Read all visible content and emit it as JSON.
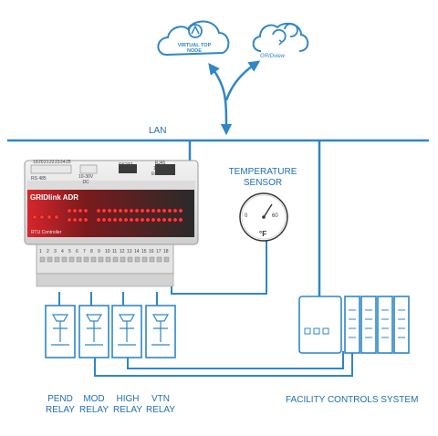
{
  "network": {
    "lan_label": "LAN",
    "cloud_left_label_line1": "VIRTUAL TOP",
    "cloud_left_label_line2": "NODE",
    "cloud_right_brand": "GRIDview",
    "line_color": "#2f86c8",
    "dark_line_color": "#1c4f86"
  },
  "controller": {
    "brand": "GRIDlink ADR",
    "model": "RTU Controller",
    "port_rs485": "RS 485",
    "port_power_line1": "10-30V",
    "port_power_line2": "DC",
    "port_rs232": "RS232",
    "port_rj45_line1": "RJ45",
    "port_rj45_line2": "10/100",
    "port_rj45_line3": "Ethernet",
    "top_terminal_numbers": [
      "19",
      "20",
      "21",
      "22",
      "23",
      "24",
      "25"
    ],
    "bottom_terminal_numbers": [
      "1",
      "2",
      "3",
      "4",
      "5",
      "6",
      "7",
      "8",
      "9",
      "10",
      "11",
      "12",
      "13",
      "14",
      "15",
      "16",
      "17",
      "18"
    ]
  },
  "sensor": {
    "label_line1": "TEMPERATURE",
    "label_line2": "SENSOR",
    "dial_min": "0",
    "dial_max": "60",
    "unit": "°F"
  },
  "relays": [
    {
      "line1": "PEND",
      "line2": "RELAY"
    },
    {
      "line1": "MOD",
      "line2": "RELAY"
    },
    {
      "line1": "HIGH",
      "line2": "RELAY"
    },
    {
      "line1": "VTN",
      "line2": "RELAY"
    }
  ],
  "facility": {
    "label": "FACILITY CONTROLS SYSTEM"
  }
}
